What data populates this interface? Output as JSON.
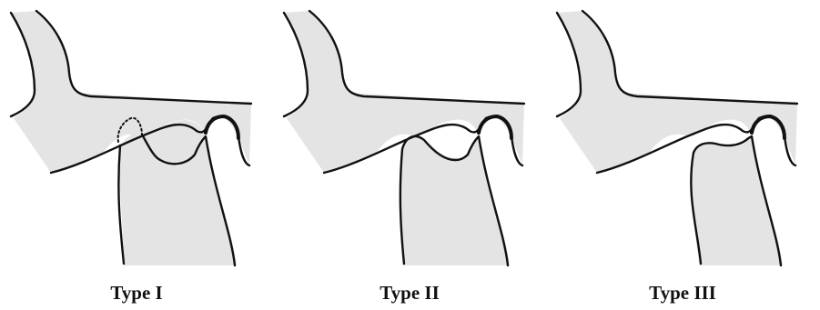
{
  "figure": {
    "panels": [
      {
        "label": "Type I"
      },
      {
        "label": "Type II"
      },
      {
        "label": "Type III"
      }
    ]
  }
}
